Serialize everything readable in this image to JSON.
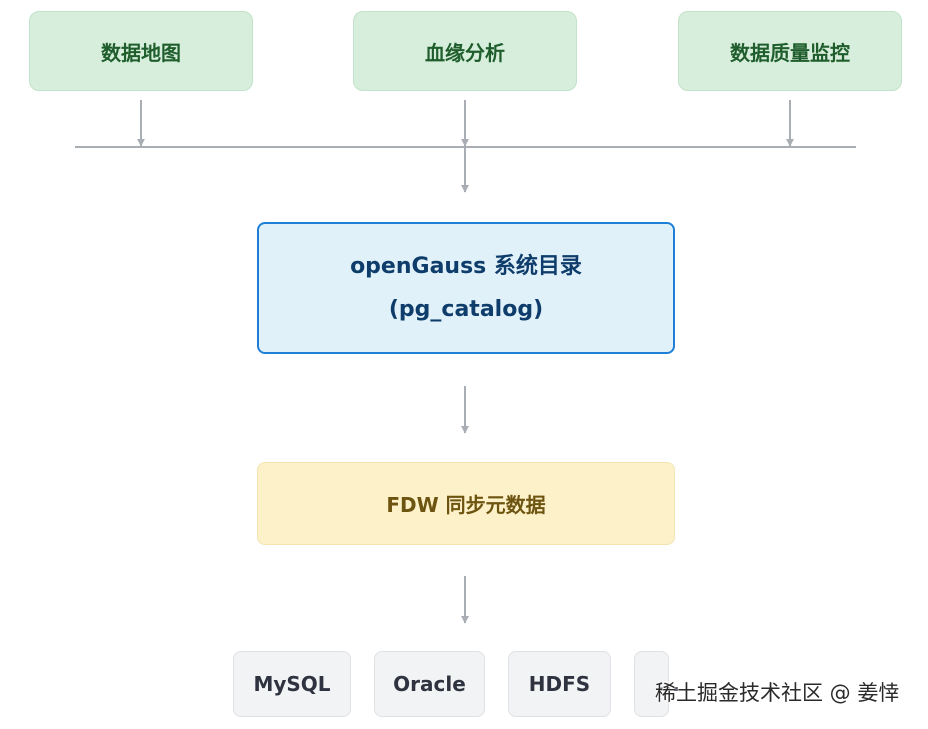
{
  "consumers": [
    {
      "label": "数据地图"
    },
    {
      "label": "血缘分析"
    },
    {
      "label": "数据质量监控"
    }
  ],
  "catalog": {
    "line1": "openGauss 系统目录",
    "line2": "(pg_catalog)"
  },
  "fdw": {
    "label": "FDW 同步元数据"
  },
  "sources": [
    {
      "label": "MySQL"
    },
    {
      "label": "Oracle"
    },
    {
      "label": "HDFS"
    },
    {
      "label": "..."
    }
  ],
  "watermark": "稀土掘金技术社区 @ 姜悻",
  "colors": {
    "consumer_fill": "#d6eedb",
    "consumer_text": "#1f5e2c",
    "catalog_fill": "#e1f1fa",
    "catalog_border": "#1f7fd6",
    "catalog_text": "#0e3d6b",
    "fdw_fill": "#fdf1c9",
    "fdw_text": "#6d5410",
    "source_fill": "#f2f3f5",
    "connector": "#a9adb4"
  }
}
